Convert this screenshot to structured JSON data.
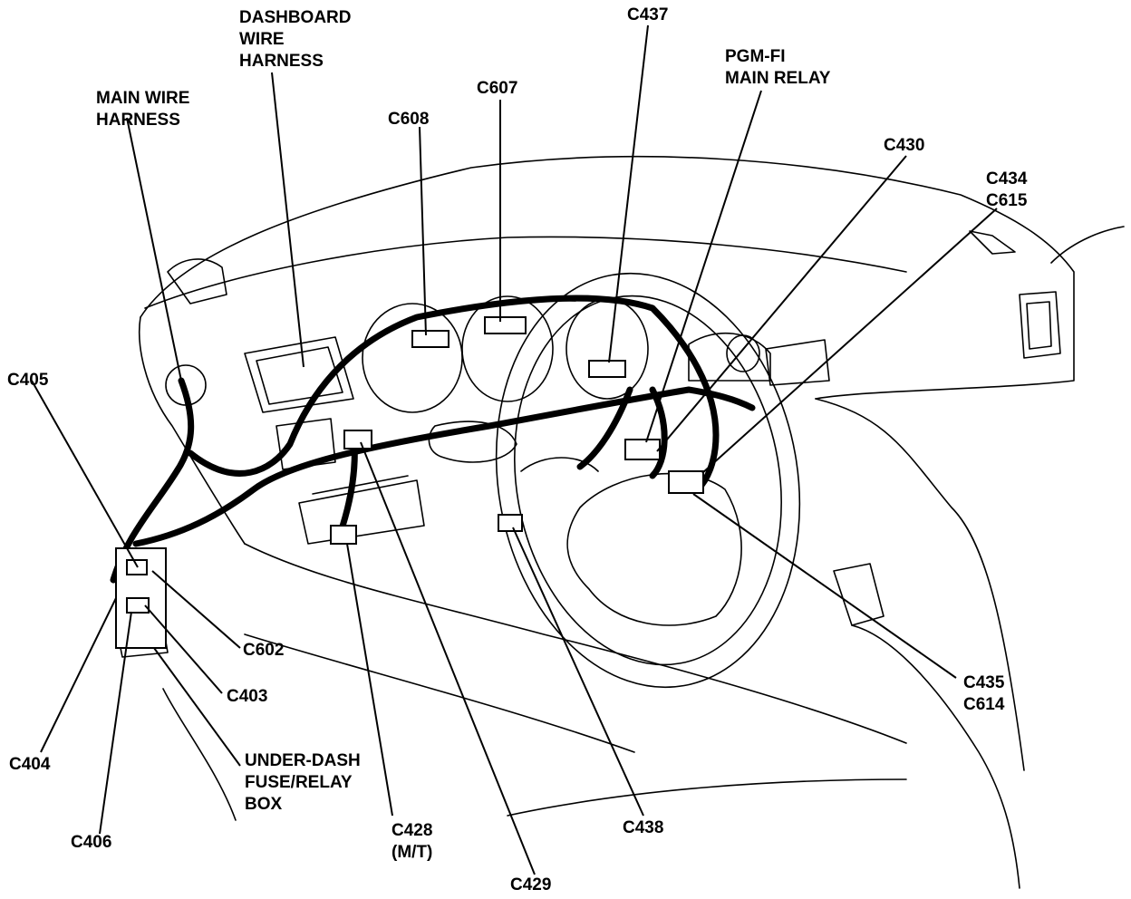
{
  "labels": {
    "dashboard_wire_harness": "DASHBOARD\nWIRE\nHARNESS",
    "main_wire_harness": "MAIN WIRE\nHARNESS",
    "c437": "C437",
    "c607": "C607",
    "c608": "C608",
    "pgm_fi_main_relay": "PGM-FI\nMAIN RELAY",
    "c430": "C430",
    "c434_c615": "C434\nC615",
    "c405": "C405",
    "c602": "C602",
    "c403": "C403",
    "c404": "C404",
    "under_dash_fuse_relay_box": "UNDER-DASH\nFUSE/RELAY\nBOX",
    "c406": "C406",
    "c428_mt": "C428\n(M/T)",
    "c429": "C429",
    "c438": "C438",
    "c435_c614": "C435\nC614"
  },
  "colors": {
    "ink": "#000000",
    "paper": "#ffffff"
  }
}
